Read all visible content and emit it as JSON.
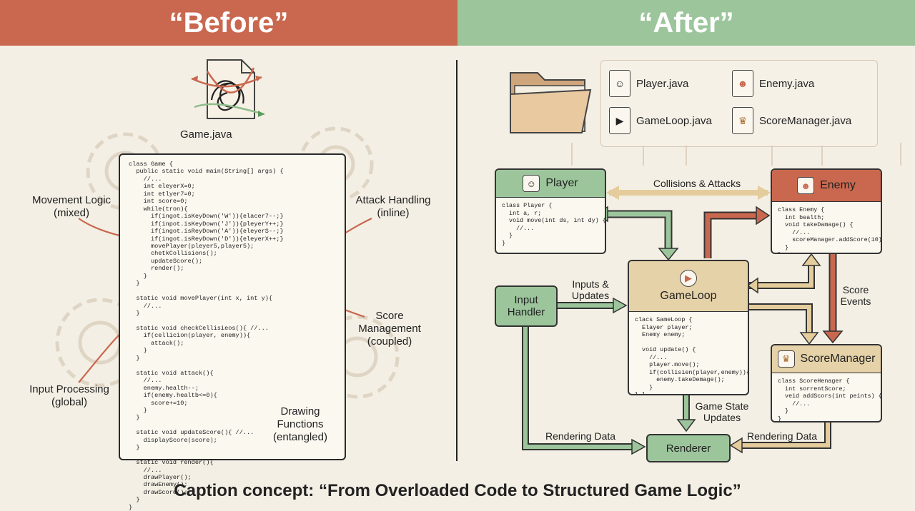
{
  "header": {
    "before": "“Before”",
    "after": "“After”"
  },
  "before": {
    "file_name": "Game.java",
    "code": "class Game {\n  public static void main(String[] args) {\n    //...\n    int eleyerX=0;\n    int etlyer7=0;\n    int score=0;\n    while(tron){\n      if(ingot.isKeyDown('W')){elacer7--;}\n      if(inpot.isKeyDown('J')){pleyerY++;}\n      if(ingot.isReyDown('A')){eleyerS--;}\n      if(ingot.isReyDown('D')){eleyerX++;}\n      movePlayer(pleyer5,player5);\n      chetkCollisions();\n      updateScore();\n      render();\n    }\n  }\n\n  static void movePlayer(int x, int y){\n    //...\n  }\n\n  static void checkCellisieos(){ //...\n    if(cellicion(player, enemy)){\n      attack();\n    }\n  }\n\n  static void attack(){\n    //...\n    enemy.health--;\n    if(enemy.healtb<=0){\n      score+=10;\n    }\n  }\n\n  static void updateScore(){ //...\n    displayScore(score);\n  }\n\n  static void render(){\n    //...\n    drawPlayer();\n    drawEnemy();\n    drawScore();\n  }\n}",
    "labels": {
      "movement": "Movement Logic\n(mixed)",
      "attack": "Attack Handling\n(inline)",
      "score": "Score\nManagement\n(coupled)",
      "input": "Input Processing\n(global)",
      "drawing": "Drawing\nFunctions\n(entangled)"
    }
  },
  "after": {
    "files": [
      "Player.java",
      "Enemy.java",
      "GameLoop.java",
      "ScoreManager.java"
    ],
    "player": {
      "title": "Player",
      "code": "class Player {\n  int a, r;\n  void move(int ds, int dy) {\n    //...\n  }\n}"
    },
    "enemy": {
      "title": "Enemy",
      "code": "class Enemy {\n  int bealth;\n  void takeDamage() {\n    //...\n    scoreManager.addScore(10);\n  }\n}"
    },
    "gameloop": {
      "title": "GameLoop",
      "code": "clacs SameLoop {\n  Elayer player;\n  Enemy enemy;\n\n  void update() {\n    //...\n    player.move();\n    if(collisien(player,enemy)){\n      enemy.takeDemage();\n    }\n} }"
    },
    "score": {
      "title": "ScoreManager",
      "code": "class ScoreHenager {\n  int sorrentScore;\n  veid addScors(int peints) {\n    //...\n  }\n}"
    },
    "input": {
      "title": "Input\nHandler"
    },
    "renderer": {
      "title": "Renderer"
    },
    "flows": {
      "collisions": "Collisions & Attacks",
      "inputs": "Inputs &\nUpdates",
      "score_events": "Score\nEvents",
      "game_state": "Game State\nUpdates",
      "render_left": "Rendering Data",
      "render_right": "Rendering Data"
    }
  },
  "caption": "Caption concept: “From Overloaded Code to Structured Game Logic”",
  "colors": {
    "before": "#c9684f",
    "after": "#9cc59b",
    "tan": "#e6d2a8",
    "arrow_red": "#c9684f",
    "arrow_green": "#8fbc8c",
    "arrow_tan": "#e4cc9c"
  }
}
